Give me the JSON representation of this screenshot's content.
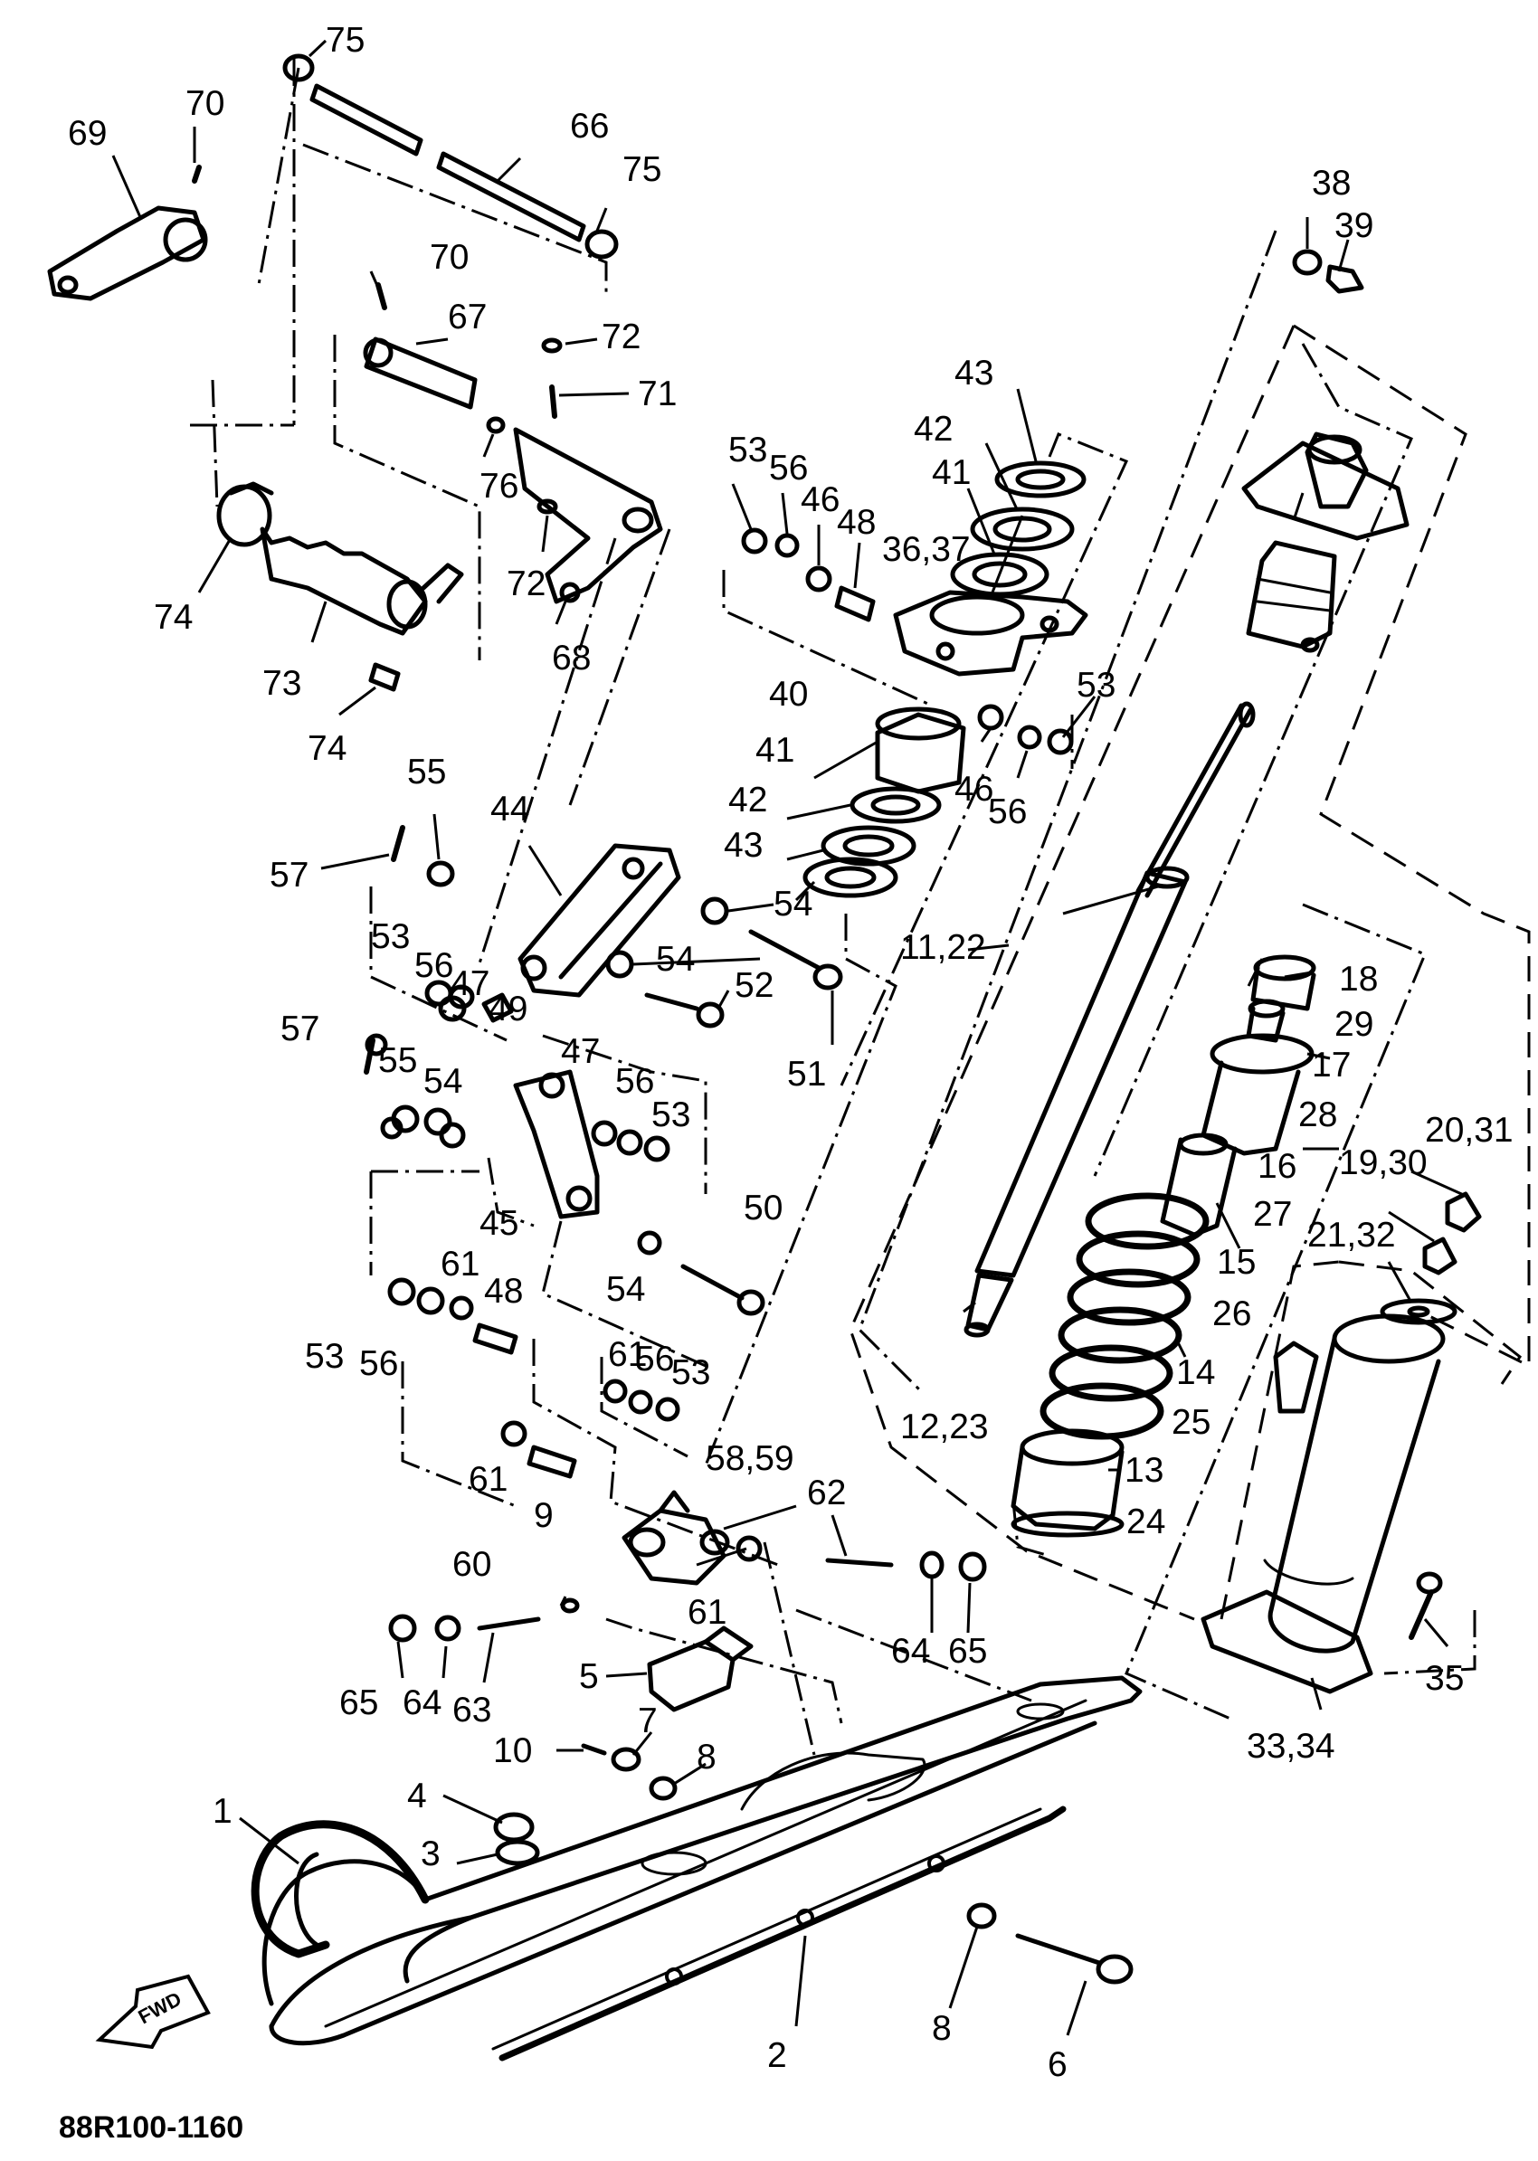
{
  "diagram": {
    "part_code": "88R100-1160",
    "fwd_badge": "FWD",
    "callouts": {
      "c1": "1",
      "c2": "2",
      "c3": "3",
      "c4": "4",
      "c5": "5",
      "c6": "6",
      "c7": "7",
      "c8a": "8",
      "c8b": "8",
      "c9": "9",
      "c10": "10",
      "c11_22": "11,22",
      "c12_23": "12,23",
      "c13": "13",
      "c24": "24",
      "c14": "14",
      "c25": "25",
      "c15": "15",
      "c26": "26",
      "c16": "16",
      "c27": "27",
      "c17": "17",
      "c28": "28",
      "c18": "18",
      "c29": "29",
      "c19_30": "19,30",
      "c20_31": "20,31",
      "c21_32": "21,32",
      "c33_34": "33,34",
      "c35": "35",
      "c36_37": "36,37",
      "c38": "38",
      "c39": "39",
      "c40": "40",
      "c41a": "41",
      "c41b": "41",
      "c42a": "42",
      "c42b": "42",
      "c43a": "43",
      "c43b": "43",
      "c44": "44",
      "c45": "45",
      "c46a": "46",
      "c46b": "46",
      "c47a": "47",
      "c47b": "47",
      "c48a": "48",
      "c48b": "48",
      "c49": "49",
      "c50": "50",
      "c51": "51",
      "c52": "52",
      "c53a": "53",
      "c53b": "53",
      "c53c": "53",
      "c53d": "53",
      "c53e": "53",
      "c53f": "53",
      "c54a": "54",
      "c54b": "54",
      "c54c": "54",
      "c54d": "54",
      "c55a": "55",
      "c55b": "55",
      "c56a": "56",
      "c56b": "56",
      "c56c": "56",
      "c56d": "56",
      "c56e": "56",
      "c56f": "56",
      "c57a": "57",
      "c57b": "57",
      "c58_59": "58,59",
      "c60": "60",
      "c61a": "61",
      "c61b": "61",
      "c61c": "61",
      "c61d": "61",
      "c62": "62",
      "c63": "63",
      "c64a": "64",
      "c64b": "64",
      "c65a": "65",
      "c65b": "65",
      "c66": "66",
      "c67": "67",
      "c68": "68",
      "c69": "69",
      "c70a": "70",
      "c70b": "70",
      "c71": "71",
      "c72a": "72",
      "c72b": "72",
      "c73": "73",
      "c74a": "74",
      "c74b": "74",
      "c75a": "75",
      "c75b": "75",
      "c76": "76"
    },
    "colors": {
      "ink": "#000000",
      "paper": "#ffffff"
    }
  }
}
